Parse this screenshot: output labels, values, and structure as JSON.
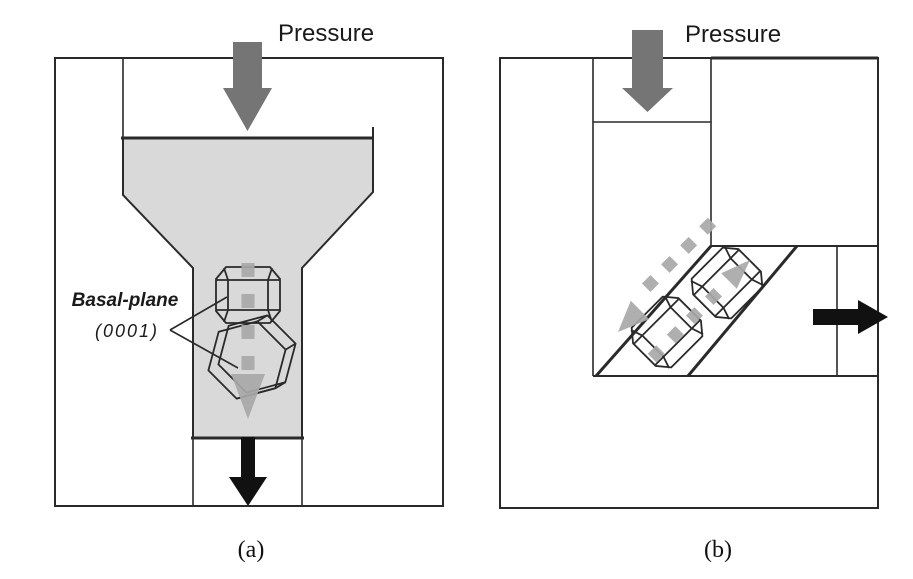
{
  "figure": {
    "panel_a": {
      "pressure_label": "Pressure",
      "annotation_line1": "Basal-plane",
      "annotation_line2": "(0001)",
      "caption": "(a)"
    },
    "panel_b": {
      "pressure_label": "Pressure",
      "caption": "(b)"
    },
    "colors": {
      "billet_gray": "#d9d9d9",
      "pressure_arrow_gray": "#757575",
      "flow_arrow_gray": "#a8a8a8",
      "outline_black": "#2a2a2a",
      "exit_arrow_black": "#111111"
    }
  }
}
